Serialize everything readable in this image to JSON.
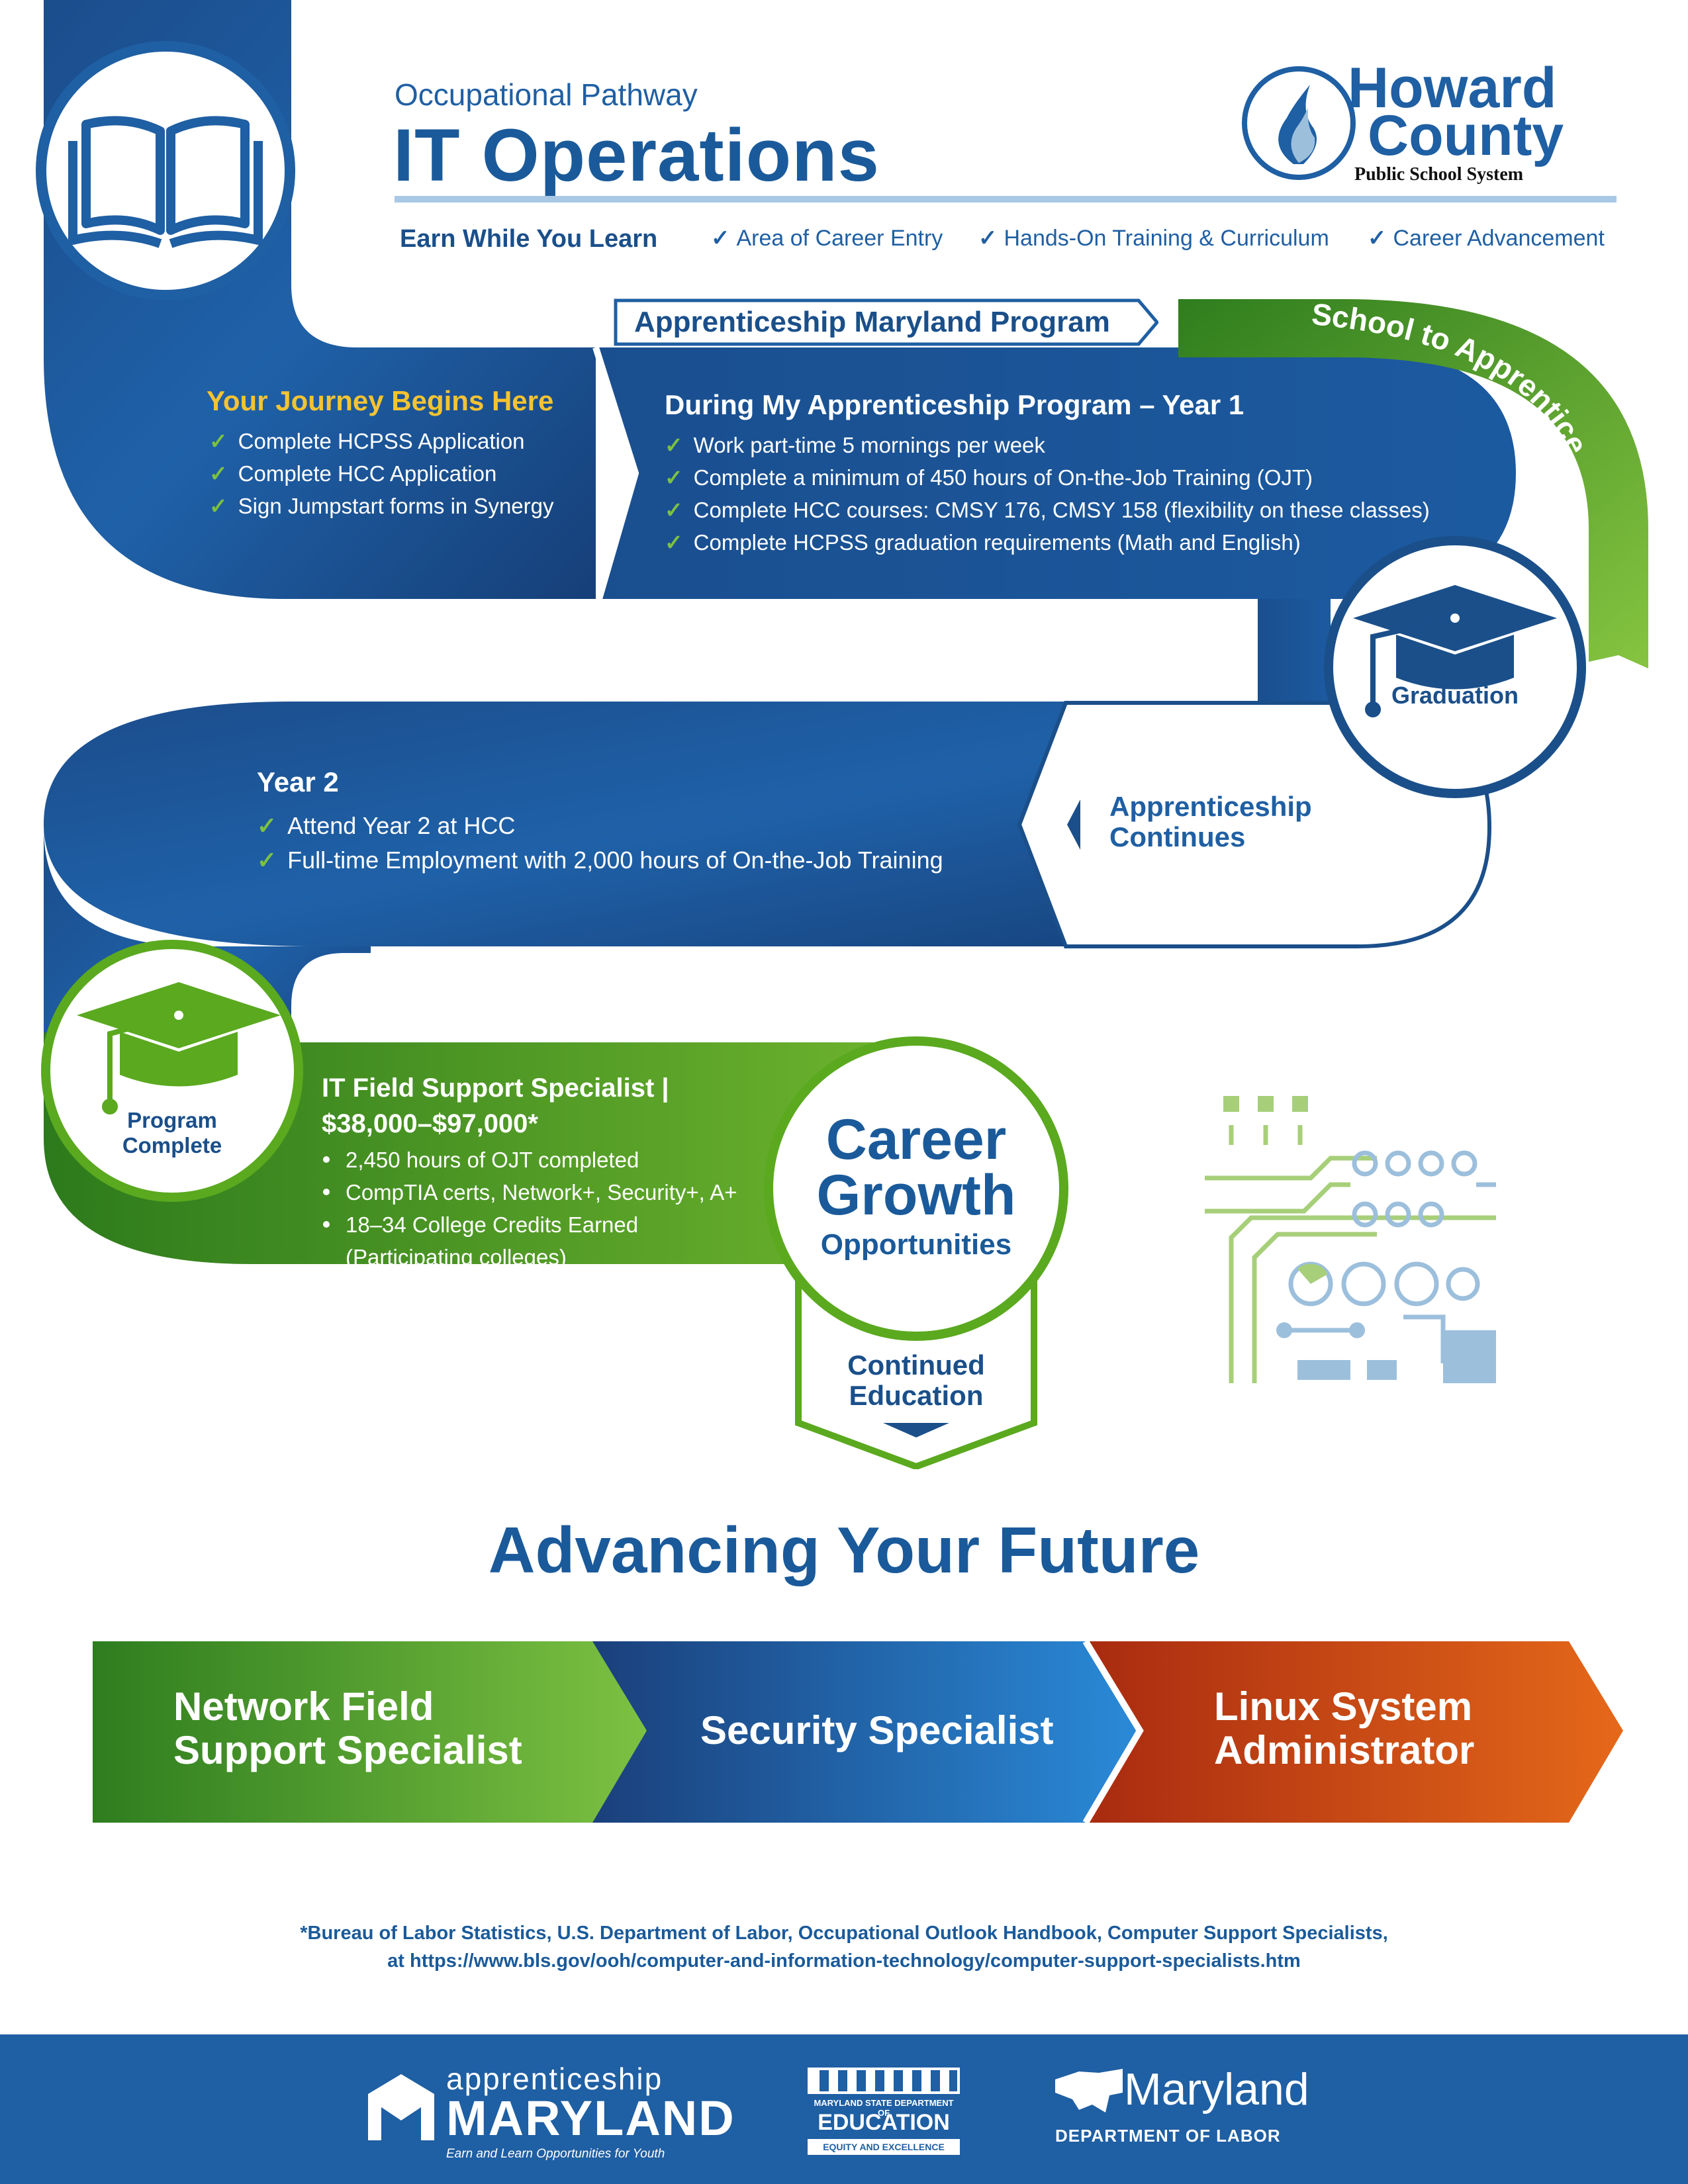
{
  "header": {
    "subtitle": "Occupational Pathway",
    "title": "IT Operations",
    "logo": {
      "line1": "Howard",
      "line2": "County",
      "line3": "Public School System"
    },
    "features_main": "Earn While You Learn",
    "features": [
      "Area of Career Entry",
      "Hands-On Training & Curriculum",
      "Career Advancement"
    ]
  },
  "program": {
    "label": "Apprenticeship Maryland Program",
    "curve_label": "School to Apprentice"
  },
  "journey": {
    "heading": "Your Journey Begins Here",
    "items": [
      "Complete HCPSS Application",
      "Complete HCC Application",
      "Sign Jumpstart forms in Synergy"
    ]
  },
  "year1": {
    "heading": "During My Apprenticeship Program – Year 1",
    "items": [
      "Work part-time 5 mornings per week",
      "Complete a minimum of 450 hours of On-the-Job Training (OJT)",
      "Complete HCC courses: CMSY 176, CMSY 158 (flexibility on these classes)",
      "Complete HCPSS graduation requirements (Math and English)"
    ]
  },
  "graduation": {
    "label": "Graduation"
  },
  "continues": {
    "line1": "Apprenticeship",
    "line2": "Continues"
  },
  "year2": {
    "heading": "Year 2",
    "items": [
      "Attend Year 2 at HCC",
      "Full-time Employment with 2,000 hours of On-the-Job Training"
    ]
  },
  "complete": {
    "line1": "Program",
    "line2": "Complete"
  },
  "specialist": {
    "title": "IT Field Support Specialist |",
    "salary": "$38,000–$97,000*",
    "items": [
      "2,450 hours of OJT completed",
      "CompTIA certs, Network+, Security+, A+",
      "18–34 College Credits Earned",
      "(Participating colleges)"
    ]
  },
  "career": {
    "line1": "Career",
    "line2": "Growth",
    "line3": "Opportunities",
    "badge1": "Continued",
    "badge2": "Education"
  },
  "advancing": {
    "title": "Advancing Your Future"
  },
  "arrows": [
    {
      "line1": "Network Field",
      "line2": "Support Specialist",
      "color_start": "#2e7d1f",
      "color_end": "#7cc142"
    },
    {
      "line1": "Security Specialist",
      "line2": "",
      "color_start": "#1a3f7a",
      "color_end": "#2a8ad8"
    },
    {
      "line1": "Linux System",
      "line2": "Administrator",
      "color_start": "#a82a10",
      "color_end": "#e5681a"
    }
  ],
  "footnote": {
    "line1": "*Bureau of Labor Statistics, U.S. Department of Labor, Occupational Outlook Handbook, Computer Support Specialists,",
    "line2": "at https://www.bls.gov/ooh/computer-and-information-technology/computer-support-specialists.htm"
  },
  "footer": {
    "appr_top": "apprenticeship",
    "appr_main": "MARYLAND",
    "appr_sub": "Earn and Learn Opportunities for Youth",
    "msde_top": "MARYLAND STATE DEPARTMENT OF",
    "msde_main": "EDUCATION",
    "msde_sub": "EQUITY AND EXCELLENCE",
    "labor_main": "Maryland",
    "labor_sub": "DEPARTMENT OF LABOR"
  },
  "colors": {
    "blue": "#1a4f8a",
    "green": "#5aa91f",
    "light_green": "#7cc142"
  }
}
